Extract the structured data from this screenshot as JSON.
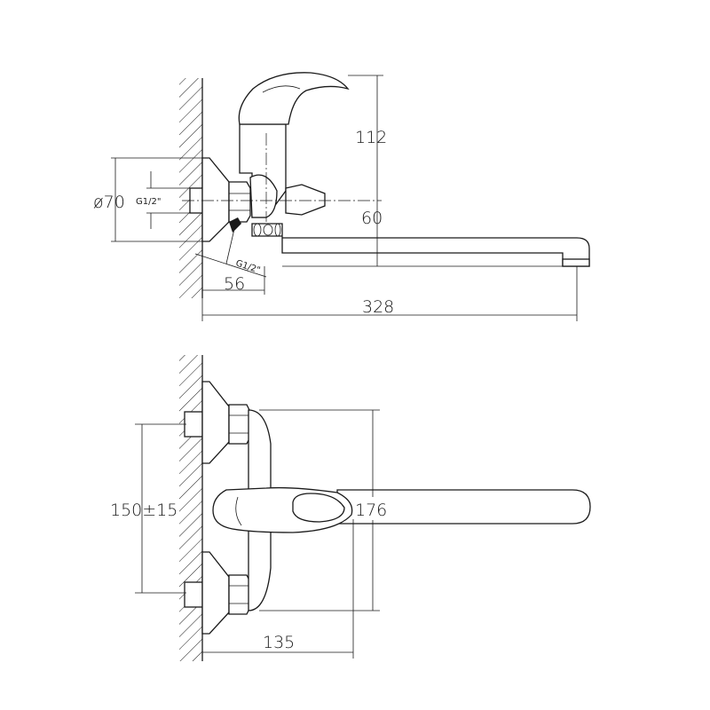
{
  "dimensions": {
    "height_112": "112",
    "offset_60": "60",
    "flange_diameter": "ø70",
    "thread_top": "G1/2\"",
    "thread_side": "G1/2\"",
    "depth_56": "56",
    "spout_length_328": "328",
    "centers_150": "150±15",
    "body_height_176": "176",
    "projection_135": "135"
  }
}
